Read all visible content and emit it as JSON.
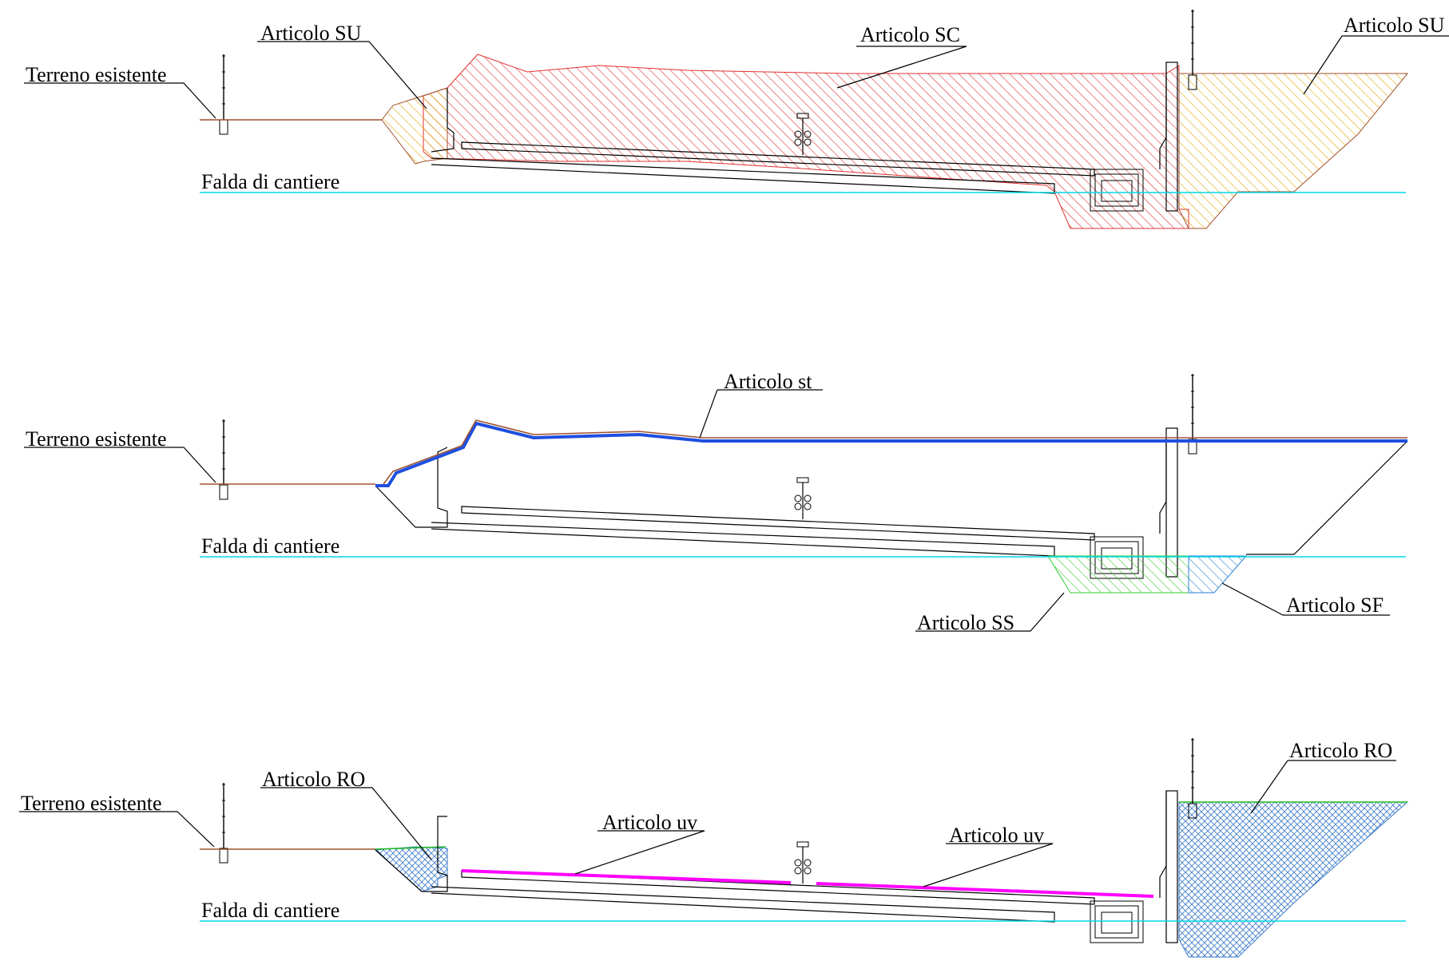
{
  "sections": [
    {
      "id": "top",
      "labels": {
        "terreno": "Terreno esistente",
        "falda": "Falda di cantiere",
        "su_left": "Articolo SU",
        "sc": "Articolo SC",
        "su_right": "Articolo SU"
      }
    },
    {
      "id": "middle",
      "labels": {
        "terreno": "Terreno esistente",
        "falda": "Falda di cantiere",
        "st": "Articolo st",
        "ss": "Articolo SS",
        "sf": "Articolo SF"
      }
    },
    {
      "id": "bottom",
      "labels": {
        "terreno": "Terreno esistente",
        "falda": "Falda di cantiere",
        "ro_left": "Articolo RO",
        "uv_left": "Articolo uv",
        "uv_right": "Articolo uv",
        "ro_right": "Articolo RO"
      }
    }
  ],
  "colors": {
    "su": "#e0a800",
    "sc": "#e03030",
    "st": "#1f4fe0",
    "ss": "#33cc33",
    "sf": "#2a7fd4",
    "ro": "#3a7ac8",
    "ro_top": "#22bb22",
    "uv": "#ff00ff",
    "ground": "#a0522d",
    "water": "#00d8e6"
  }
}
